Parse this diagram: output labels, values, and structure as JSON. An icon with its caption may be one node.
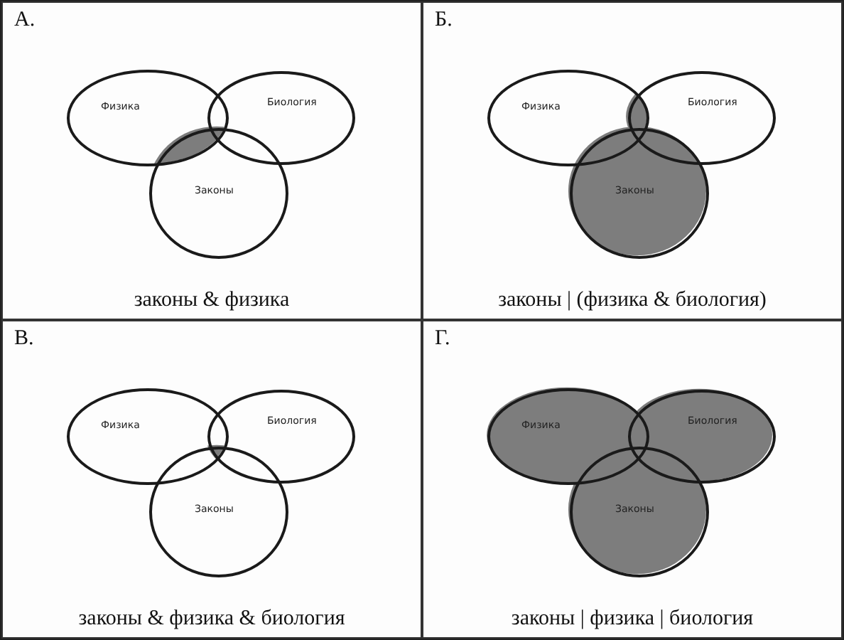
{
  "diagram": {
    "nodes": [
      {
        "text": [
          "А.",
          "законы & физика"
        ]
      },
      {
        "text": [
          "Физика"
        ],
        "in": 0
      },
      {
        "text": [
          "Биология"
        ],
        "in": 0
      },
      {
        "text": [
          "Законы"
        ],
        "in": 0
      },
      {
        "text": [
          "Б.",
          "законы | (физика & биология)"
        ]
      },
      {
        "text": [
          "Физика"
        ],
        "in": 4
      },
      {
        "text": [
          "Биология"
        ],
        "in": 4
      },
      {
        "text": [
          "Законы"
        ],
        "in": 4
      },
      {
        "text": [
          "В.",
          "законы & физика & биология"
        ]
      },
      {
        "text": [
          "Физика"
        ],
        "in": 8
      },
      {
        "text": [
          "Биология"
        ],
        "in": 8
      },
      {
        "text": [
          "Законы"
        ],
        "in": 8
      },
      {
        "text": [
          "Г.",
          "законы | физика | биология"
        ]
      },
      {
        "text": [
          "Физика"
        ],
        "in": 12
      },
      {
        "text": [
          "Биология"
        ],
        "in": 12
      },
      {
        "text": [
          "Законы"
        ],
        "in": 12
      }
    ]
  }
}
